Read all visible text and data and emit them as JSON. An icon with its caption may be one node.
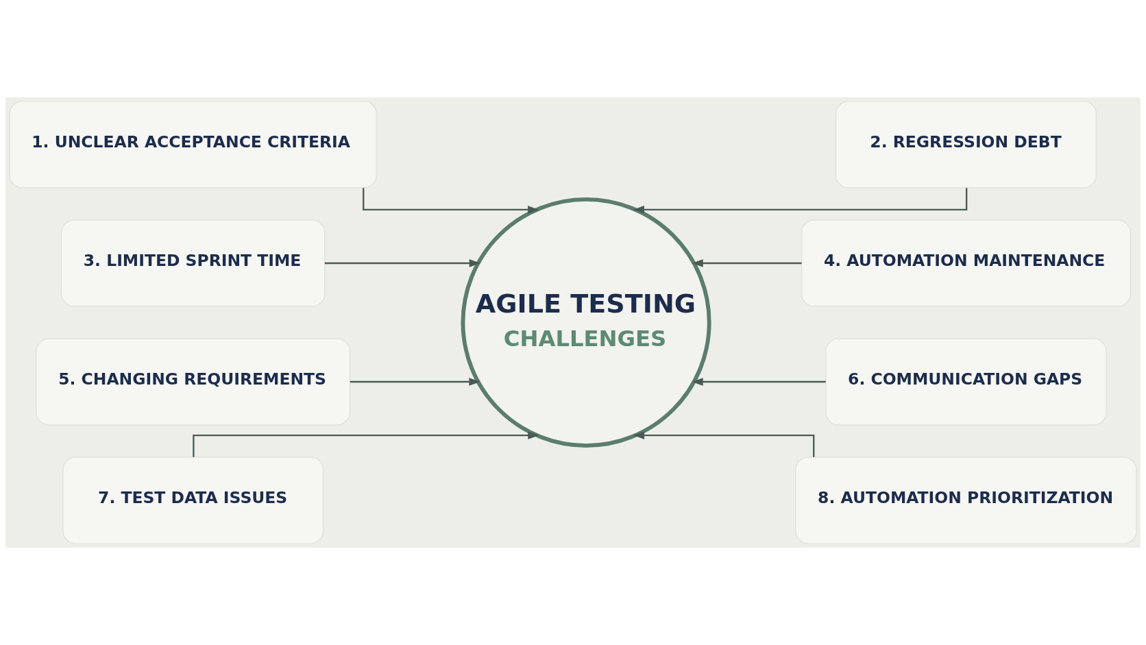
{
  "diagram": {
    "nodes": [
      {
        "text": [
          "1. UNCLEAR ACCEPTANCE CRITERIA"
        ]
      },
      {
        "text": [
          "2. REGRESSION DEBT"
        ]
      },
      {
        "text": [
          "3. LIMITED SPRINT TIME"
        ]
      },
      {
        "text": [
          "4. AUTOMATION MAINTENANCE"
        ]
      },
      {
        "text": [
          "AGILE TESTING",
          "CHALLENGES"
        ]
      },
      {
        "text": [
          "5. CHANGING REQUIREMENTS"
        ]
      },
      {
        "text": [
          "6. COMMUNICATION GAPS"
        ]
      },
      {
        "text": [
          "7. TEST DATA ISSUES"
        ]
      },
      {
        "text": [
          "8. AUTOMATION PRIORITIZATION"
        ]
      }
    ],
    "edges": [
      {
        "from": 0,
        "to": 4,
        "arrow": "to"
      },
      {
        "from": 1,
        "to": 4,
        "arrow": "to"
      },
      {
        "from": 2,
        "to": 4,
        "arrow": "to"
      },
      {
        "from": 3,
        "to": 4,
        "arrow": "to"
      },
      {
        "from": 5,
        "to": 4,
        "arrow": "to"
      },
      {
        "from": 6,
        "to": 4,
        "arrow": "to"
      },
      {
        "from": 7,
        "to": 4,
        "arrow": "to"
      },
      {
        "from": 8,
        "to": 4,
        "arrow": "to"
      }
    ]
  }
}
